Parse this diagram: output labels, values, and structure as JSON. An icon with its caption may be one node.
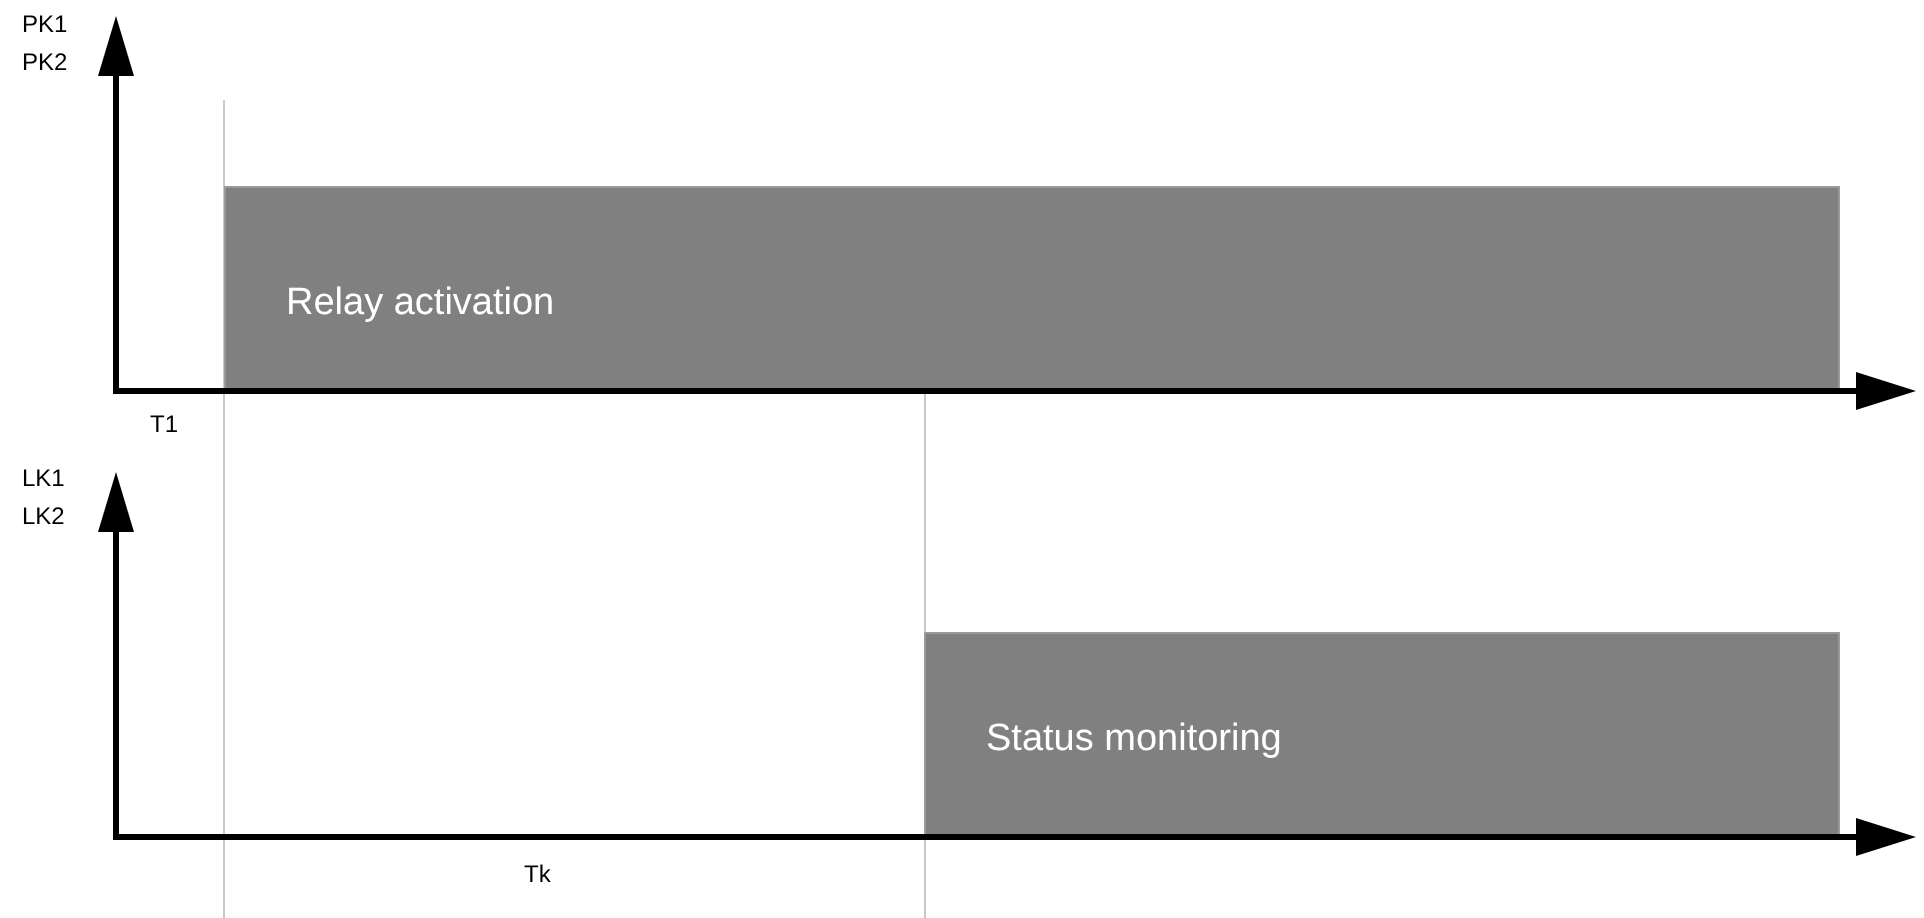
{
  "diagram": {
    "nodes": [
      {
        "text": [
          "Relay activation"
        ]
      },
      {
        "text": [
          "Status monitoring"
        ]
      }
    ],
    "labels": [
      "PK1",
      "PK2",
      "T1",
      "LK1",
      "LK2",
      "Tk"
    ]
  }
}
